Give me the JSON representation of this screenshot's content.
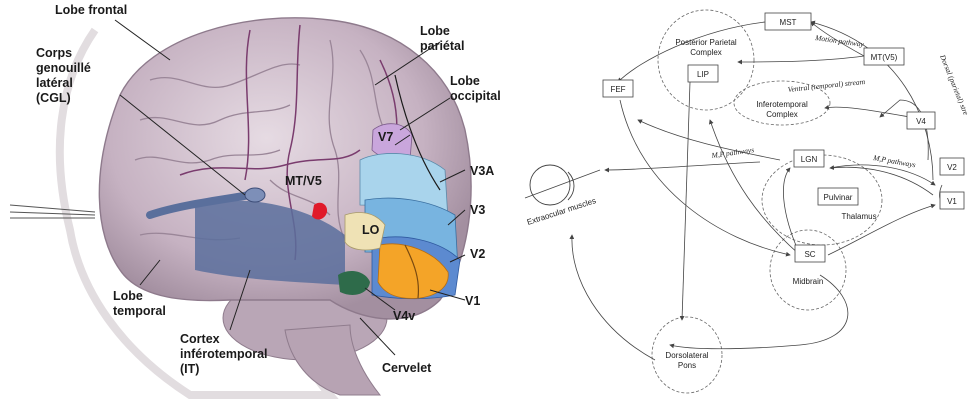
{
  "left_figure": {
    "labels": {
      "lobe_frontal": "Lobe frontal",
      "cgl_1": "Corps",
      "cgl_2": "genouillé",
      "cgl_3": "latéral",
      "cgl_4": "(CGL)",
      "lobe_parietal_1": "Lobe",
      "lobe_parietal_2": "pariétal",
      "lobe_occipital_1": "Lobe",
      "lobe_occipital_2": "occipital",
      "v7": "V7",
      "mt_v5": "MT/V5",
      "v3a": "V3A",
      "v3": "V3",
      "lo": "LO",
      "v2": "V2",
      "v1": "V1",
      "v4v": "V4v",
      "cervelet": "Cervelet",
      "lobe_temporal_1": "Lobe",
      "lobe_temporal_2": "temporal",
      "cortex_it_1": "Cortex",
      "cortex_it_2": "inférotemporal",
      "cortex_it_3": "(IT)"
    },
    "colors": {
      "brain": "#c9b8c6",
      "v7": "#c9a6dc",
      "v3a": "#a9d4ec",
      "v3": "#78b4e0",
      "v2": "#5c8ad0",
      "v1": "#f4a428",
      "lo": "#efe2b5",
      "mt_v5": "#e01a2a",
      "v4v": "#2e6b4a",
      "optic_tract": "#5a6f9c"
    }
  },
  "right_figure": {
    "boxes": {
      "mst": "MST",
      "mt_v5": "MT(V5)",
      "fef": "FEF",
      "lip": "LIP",
      "v4": "V4",
      "lgn": "LGN",
      "pulvinar": "Pulvinar",
      "v2": "V2",
      "v1": "V1",
      "sc": "SC"
    },
    "areas": {
      "ppc_1": "Posterior Parietal",
      "ppc_2": "Complex",
      "it_1": "Inferotemporal",
      "it_2": "Complex",
      "thalamus": "Thalamus",
      "midbrain": "Midbrain",
      "pons_1": "Dorsolateral",
      "pons_2": "Pons",
      "extraocular": "Extraocular muscles"
    },
    "pathways": {
      "motion": "Motion pathway",
      "dorsal": "Dorsal (parietal) stre",
      "ventral": "Ventral (temporal) stream",
      "mp_1": "M,P pathways",
      "mp_2": "M,P pathways"
    }
  }
}
